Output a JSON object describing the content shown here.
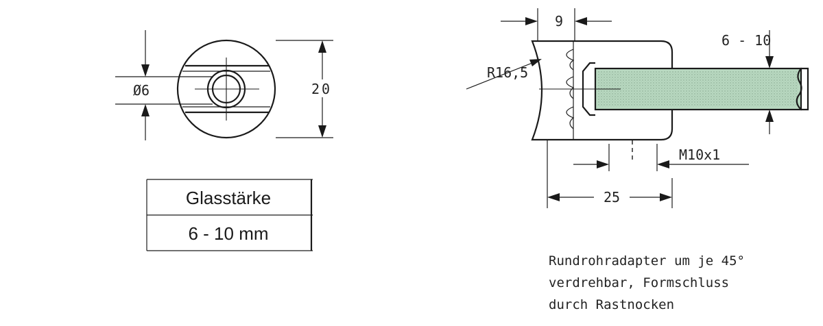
{
  "front_view": {
    "diameter_label": "Ø6",
    "height_label": "20"
  },
  "glass_table": {
    "header": "Glasstärke",
    "value": "6 - 10 mm"
  },
  "side_view": {
    "dim_top": "9",
    "radius_label": "R16,5",
    "thickness_label": "6 - 10",
    "thread_label": "M10x1",
    "length_label": "25",
    "glass_color": "#b8d8c0"
  },
  "note": {
    "lines": [
      "Rundrohradapter um je 45°",
      "verdrehbar, Formschluss",
      "durch Rastnocken"
    ]
  }
}
